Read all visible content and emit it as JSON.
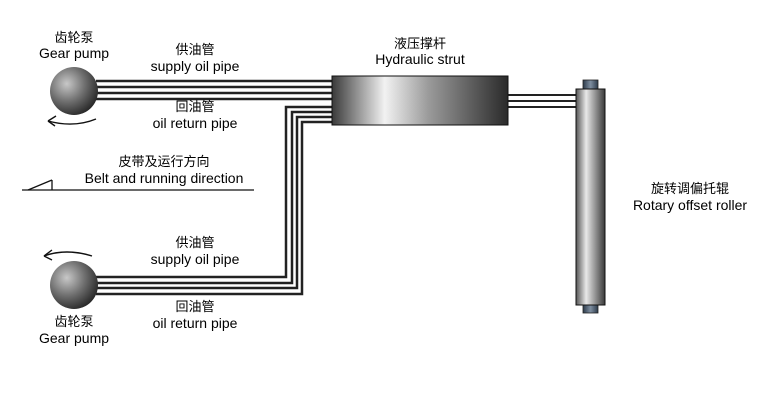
{
  "labels": {
    "top_pump_cn": "齿轮泵",
    "top_pump_en": "Gear pump",
    "top_supply_cn": "供油管",
    "top_supply_en": "supply oil pipe",
    "top_return_cn": "回油管",
    "top_return_en": "oil return pipe",
    "strut_cn": "液压撑杆",
    "strut_en": "Hydraulic strut",
    "belt_cn": "皮带及运行方向",
    "belt_en": "Belt and running direction",
    "roller_cn": "旋转调偏托辊",
    "roller_en": "Rotary offset roller",
    "bottom_supply_cn": "供油管",
    "bottom_supply_en": "supply oil pipe",
    "bottom_return_cn": "回油管",
    "bottom_return_en": "oil return pipe",
    "bottom_pump_cn": "齿轮泵",
    "bottom_pump_en": "Gear pump"
  }
}
